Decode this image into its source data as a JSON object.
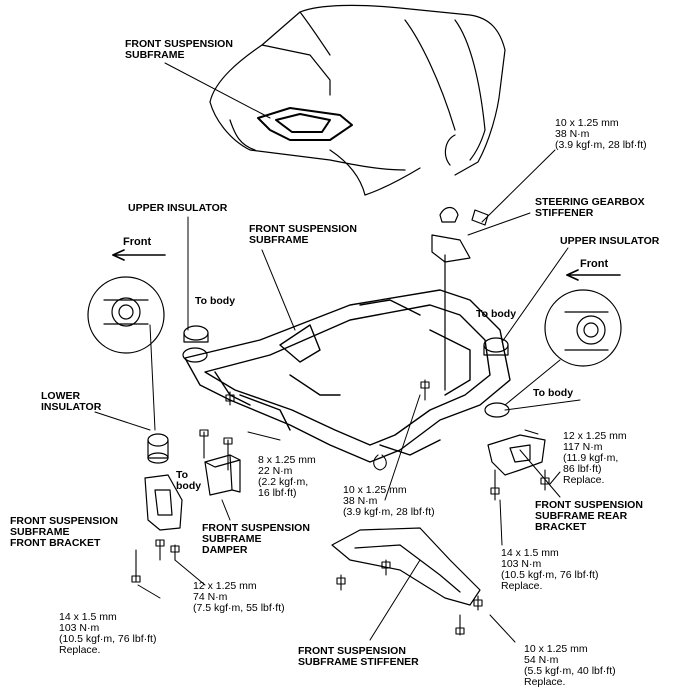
{
  "labels": {
    "subframe_top": [
      "FRONT SUSPENSION",
      "SUBFRAME"
    ],
    "subframe_mid": [
      "FRONT SUSPENSION",
      "SUBFRAME"
    ],
    "upper_insulator_left": "UPPER INSULATOR",
    "upper_insulator_right": "UPPER INSULATOR",
    "steering_stiffener": [
      "STEERING GEARBOX",
      "STIFFENER"
    ],
    "lower_insulator": [
      "LOWER",
      "INSULATOR"
    ],
    "front_bracket": [
      "FRONT SUSPENSION",
      "SUBFRAME",
      "FRONT BRACKET"
    ],
    "damper": [
      "FRONT SUSPENSION",
      "SUBFRAME",
      "DAMPER"
    ],
    "rear_bracket": [
      "FRONT SUSPENSION",
      "SUBFRAME REAR",
      "BRACKET"
    ],
    "subframe_stiffener": [
      "FRONT SUSPENSION",
      "SUBFRAME STIFFENER"
    ],
    "front_left": "Front",
    "front_right": "Front",
    "to_body_1": "To body",
    "to_body_2": "To body",
    "to_body_3": "To body",
    "to_body_4": [
      "To",
      "body"
    ]
  },
  "specs": {
    "top_right": [
      "10 x 1.25 mm",
      "38 N·m",
      "(3.9 kgf·m, 28 lbf·ft)"
    ],
    "center_8": [
      "8 x 1.25 mm",
      "22 N·m",
      "(2.2 kgf·m,",
      "16 lbf·ft)"
    ],
    "center_10": [
      "10 x 1.25 mm",
      "38 N·m",
      "(3.9 kgf·m, 28 lbf·ft)"
    ],
    "right_12": [
      "12 x 1.25 mm",
      "117 N·m",
      "(11.9 kgf·m,",
      "86 lbf·ft)",
      "Replace."
    ],
    "bottom_left_14": [
      "14 x 1.5 mm",
      "103 N·m",
      "(10.5 kgf·m, 76 lbf·ft)",
      "Replace."
    ],
    "bottom_12": [
      "12 x 1.25 mm",
      "74 N·m",
      "(7.5 kgf·m, 55 lbf·ft)"
    ],
    "right_14": [
      "14 x 1.5 mm",
      "103 N·m",
      "(10.5 kgf·m, 76 lbf·ft)",
      "Replace."
    ],
    "bottom_right_10": [
      "10 x 1.25 mm",
      "54 N·m",
      "(5.5 kgf·m, 40 lbf·ft)",
      "Replace."
    ]
  }
}
